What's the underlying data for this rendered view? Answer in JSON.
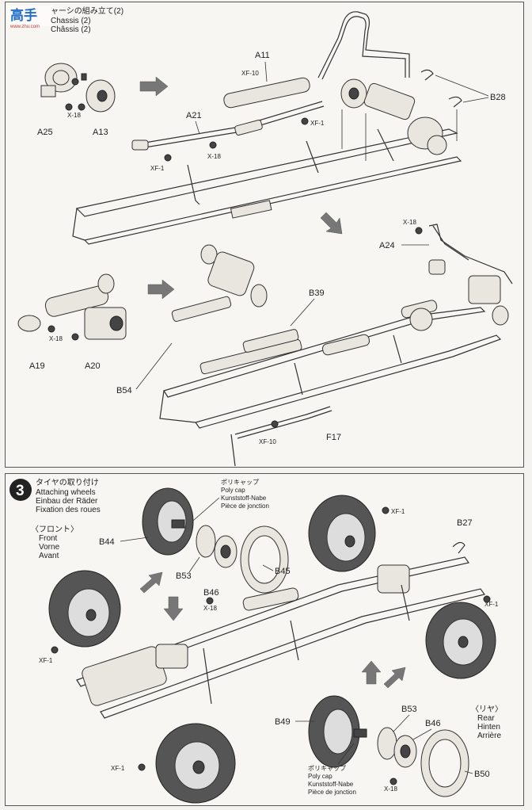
{
  "watermark": {
    "text": "高手",
    "url": "www.zhu.com"
  },
  "step2": {
    "title_jp": "ャーシの組み立て(2)",
    "title_en": "Chassis (2)",
    "title_fr": "Châssis (2)"
  },
  "step3": {
    "number": "3",
    "title_jp": "タイヤの取り付け",
    "title_en": "Attaching wheels",
    "title_de": "Einbau der Räder",
    "title_fr": "Fixation des roues",
    "front_jp": "〈フロント〉",
    "front_en": "Front",
    "front_de": "Vorne",
    "front_fr": "Avant",
    "rear_jp": "〈リヤ〉",
    "rear_en": "Rear",
    "rear_de": "Hinten",
    "rear_fr": "Arrière",
    "polycap": {
      "jp": "ポリキャップ",
      "en": "Poly cap",
      "de": "Kunststoff-Nabe",
      "fr": "Pièce de jonction"
    }
  },
  "labels": {
    "A11": "A11",
    "XF10": "XF-10",
    "XF1": "XF-1",
    "X18": "X-18",
    "A25": "A25",
    "A13": "A13",
    "A21": "A21",
    "B28": "B28",
    "A24": "A24",
    "B39": "B39",
    "A19": "A19",
    "A20": "A20",
    "B54": "B54",
    "F17": "F17",
    "B27": "B27",
    "B44": "B44",
    "B53": "B53",
    "B46": "B46",
    "B45": "B45",
    "B49": "B49",
    "B50": "B50"
  }
}
